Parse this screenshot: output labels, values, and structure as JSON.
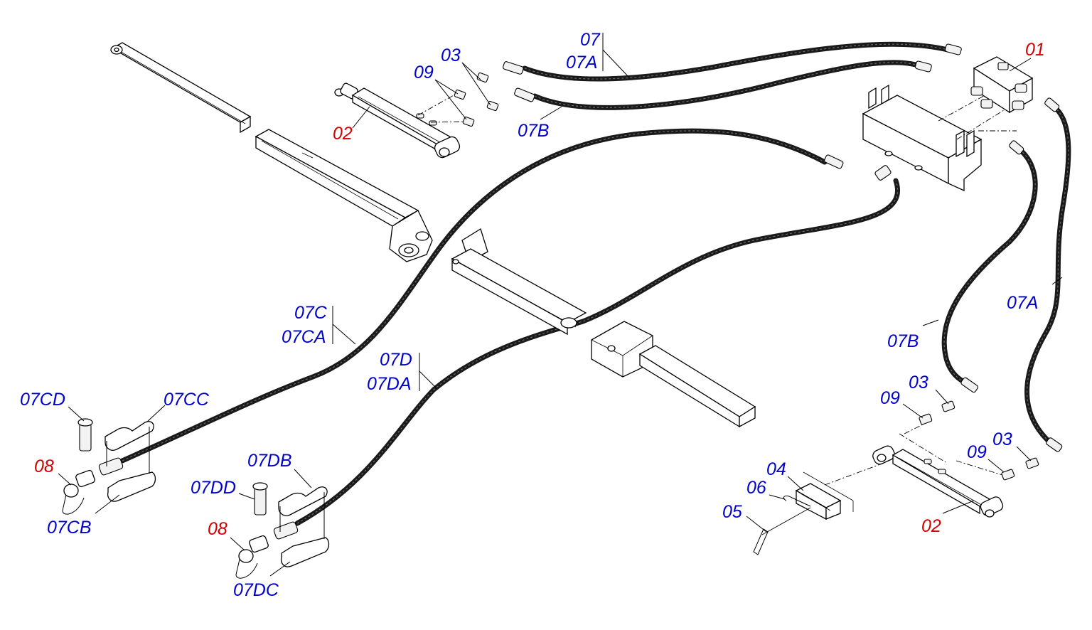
{
  "diagram": {
    "colors": {
      "background": "#ffffff",
      "label_blue": "#0000cc",
      "label_red": "#d40000",
      "hose": "#1a1a1a"
    },
    "labels": {
      "l01": "01",
      "l02a": "02",
      "l02b": "02",
      "l03a": "03",
      "l03b": "03",
      "l03c": "03",
      "l04": "04",
      "l05": "05",
      "l06": "06",
      "l07": "07",
      "l07A_top": "07A",
      "l07A_right": "07A",
      "l07B_top": "07B",
      "l07B_right": "07B",
      "l07C": "07C",
      "l07CA": "07CA",
      "l07D": "07D",
      "l07DA": "07DA",
      "l07CB": "07CB",
      "l07CC": "07CC",
      "l07CD": "07CD",
      "l07DB": "07DB",
      "l07DC": "07DC",
      "l07DD": "07DD",
      "l08a": "08",
      "l08b": "08",
      "l09a": "09",
      "l09b": "09",
      "l09c": "09"
    }
  }
}
